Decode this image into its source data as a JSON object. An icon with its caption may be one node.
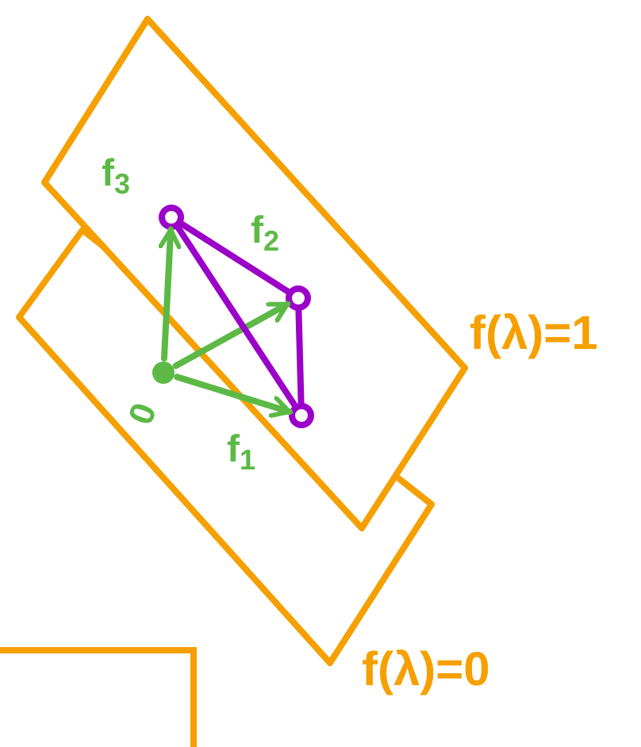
{
  "diagram": {
    "nodes": [
      {
        "text": [],
        "shape": "box",
        "beside": [
          "f(λ)=1"
        ]
      },
      {
        "text": [],
        "shape": "circle",
        "beside": [
          "f$_{3}$"
        ],
        "in": 0
      },
      {
        "text": [],
        "shape": "circle",
        "beside": [
          "f$_{2}$"
        ],
        "in": 0
      },
      {
        "text": [],
        "shape": "circle",
        "beside": [
          "0"
        ],
        "in": 5
      },
      {
        "text": [],
        "shape": "circle",
        "beside": [
          "f$_{1}$"
        ]
      },
      {
        "text": [],
        "shape": "box",
        "beside": [
          "f(λ)=0"
        ]
      },
      {
        "text": [],
        "shape": "box"
      }
    ],
    "edges": [
      {
        "from": 3,
        "to": 4,
        "arrow": "to"
      },
      {
        "from": 3,
        "to": 2,
        "arrow": "to"
      },
      {
        "from": 3,
        "to": 1,
        "arrow": "to"
      },
      {
        "from": 1,
        "to": 2,
        "arrow": "none",
        "color": "#9b00c8"
      },
      {
        "from": 2,
        "to": 4,
        "arrow": "none",
        "color": "#9b00c8"
      },
      {
        "from": 4,
        "to": 1,
        "arrow": "none",
        "color": "#9b00c8"
      }
    ]
  }
}
